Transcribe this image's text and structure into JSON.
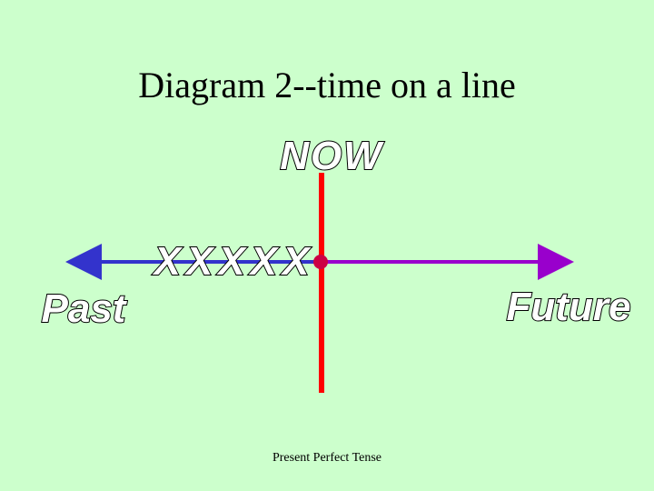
{
  "title": "Diagram 2--time on a line",
  "labels": {
    "now": "NOW",
    "repeated": "XXXXX",
    "past": "Past",
    "future": "Future"
  },
  "footer": "Present Perfect Tense",
  "colors": {
    "background": "#ccffcc",
    "past_arrow": "#3333cc",
    "future_arrow": "#9900cc",
    "now_line": "#ff0000",
    "now_point": "#cc0044"
  }
}
